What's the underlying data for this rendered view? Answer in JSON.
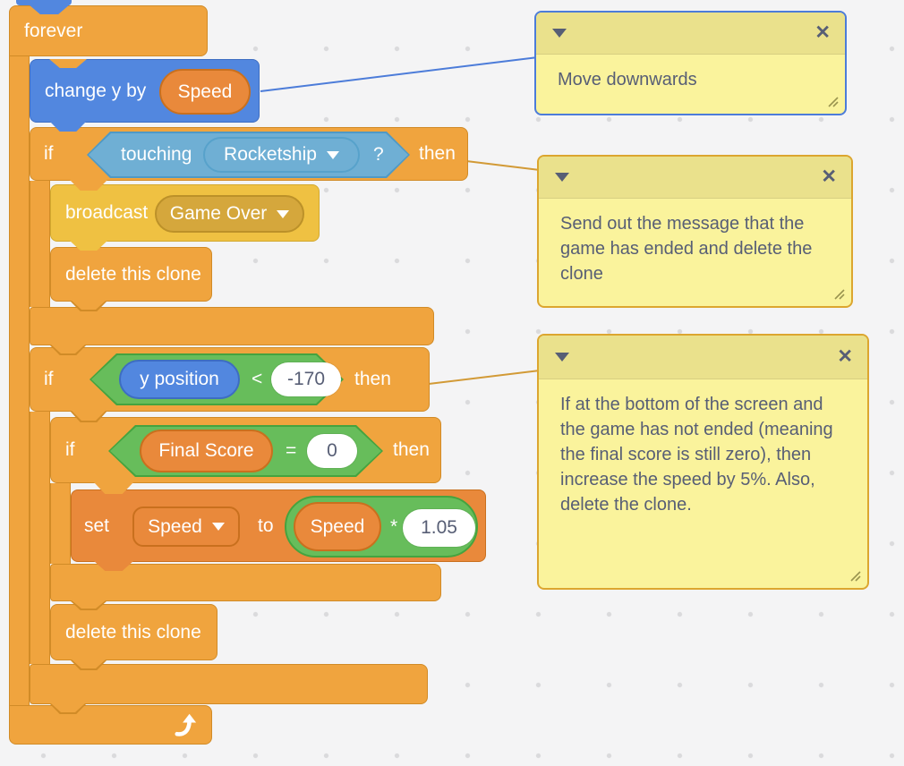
{
  "app": "scratch-blocks-canvas",
  "colors": {
    "canvas_bg": "#F4F4F5",
    "canvas_dot": "#DADADC",
    "control_fill": "#F0A43E",
    "control_border": "#D18B27",
    "motion_fill": "#5287DF",
    "motion_border": "#3D6DC2",
    "sensing_fill": "#6FAFD4",
    "sensing_border": "#4F99C5",
    "sensing_field_border": "#57A2CB",
    "operator_fill": "#67BD5B",
    "operator_border": "#45A33F",
    "variable_fill": "#E9893B",
    "variable_border": "#C9701E",
    "events_fill": "#EFC142",
    "events_border": "#D3A92F",
    "events_field_fill": "#D5A73C",
    "events_field_border": "#BC9129",
    "input_bg": "#FFFFFF",
    "input_text": "#575E75",
    "comment_body": "#FAF39C",
    "comment_header": "#EAE18C",
    "comment_border_blue": "#4C7CD9",
    "comment_border_gold": "#DCA62F",
    "comment_text": "#575E75",
    "connector_blue": "#4C7CD9",
    "connector_gold": "#D29A36"
  },
  "script": {
    "forever_label": "forever",
    "change_y": {
      "label": "change y by",
      "value": "Speed"
    },
    "if_touching": {
      "if": "if",
      "then": "then",
      "sensing": "touching",
      "menu": "Rocketship",
      "suffix": "?"
    },
    "broadcast": {
      "label": "broadcast",
      "message": "Game Over"
    },
    "delete_clone_1": "delete this clone",
    "if_y": {
      "if": "if",
      "then": "then",
      "reporter": "y position",
      "op": "<",
      "value": "-170"
    },
    "if_score": {
      "if": "if",
      "then": "then",
      "variable": "Final Score",
      "op": "=",
      "value": "0"
    },
    "set_speed": {
      "label": "set",
      "variable": "Speed",
      "to": "to",
      "expr_var": "Speed",
      "expr_op": "*",
      "expr_value": "1.05"
    },
    "delete_clone_2": "delete this clone"
  },
  "comments": [
    {
      "text": "Move downwards"
    },
    {
      "text": "Send out the message that the game has ended and delete the clone"
    },
    {
      "text": "If at the bottom of the screen and the game has not ended (meaning the final score is still zero), then increase the speed by 5%. Also, delete the clone."
    }
  ]
}
